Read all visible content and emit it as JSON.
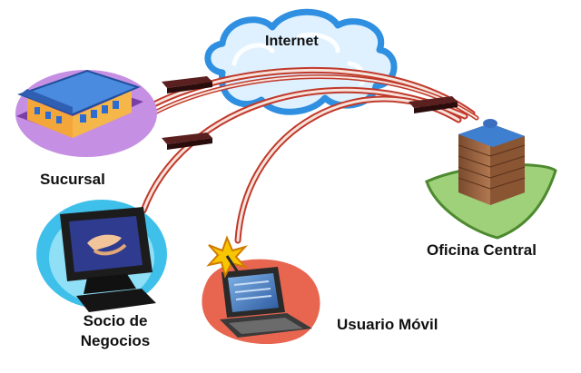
{
  "diagram": {
    "nodes": {
      "internet": {
        "label": "Internet",
        "icon": "cloud-icon"
      },
      "sucursal": {
        "label": "Sucursal",
        "icon": "branch-building-icon"
      },
      "oficina_central": {
        "label": "Oficina Central",
        "icon": "office-tower-icon"
      },
      "socio": {
        "label_line1": "Socio de",
        "label_line2": "Negocios",
        "icon": "partner-computer-icon"
      },
      "usuario_movil": {
        "label": "Usuario Móvil",
        "icon": "laptop-icon"
      }
    },
    "devices": [
      {
        "icon": "router-icon"
      },
      {
        "icon": "router-icon"
      },
      {
        "icon": "router-icon"
      }
    ],
    "links": [
      {
        "from": "sucursal",
        "to": "oficina_central",
        "via": "internet"
      },
      {
        "from": "socio",
        "to": "oficina_central",
        "via": "internet"
      },
      {
        "from": "usuario_movil",
        "to": "oficina_central",
        "via": "internet"
      }
    ],
    "colors": {
      "tunnel_stripe": "#c0392b",
      "cloud_fill": "#dff1ff",
      "cloud_edge": "#2f8fe0",
      "branch_blob": "#c58fe3",
      "office_lawn": "#9fd07a",
      "partner_blob": "#3ec0ea",
      "mobile_blob": "#e8654f"
    }
  }
}
